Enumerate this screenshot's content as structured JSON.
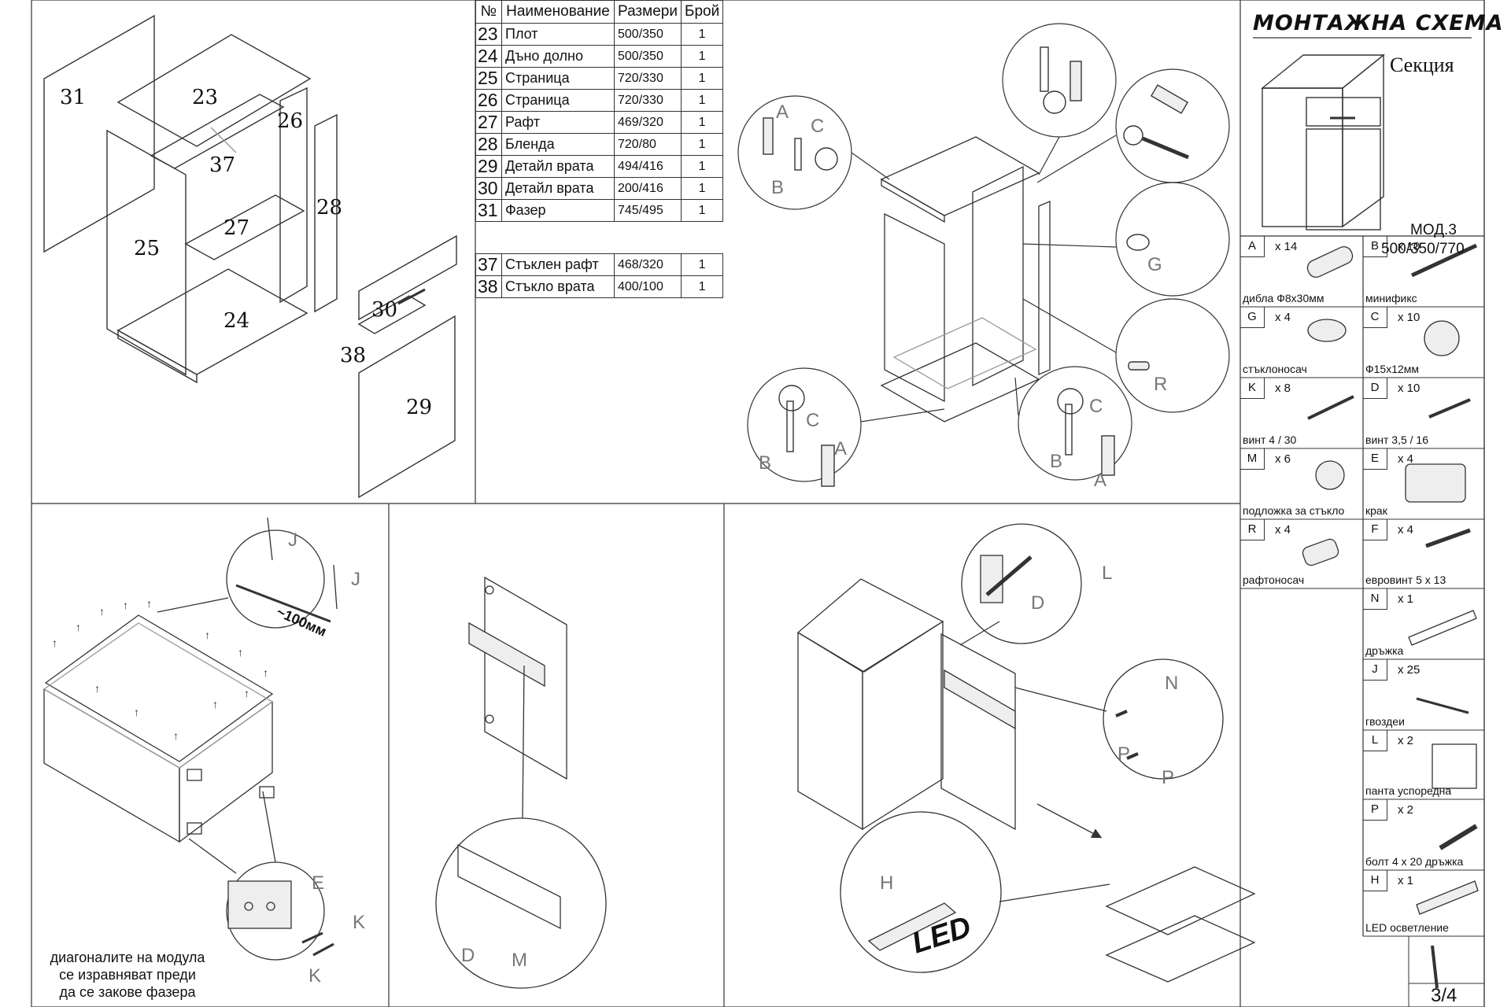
{
  "header": {
    "title": "МОНТАЖНА СХЕМА",
    "subtitle": "Секция",
    "model": "МОД.3",
    "dimensions": "500/350/770"
  },
  "parts_table": {
    "columns": [
      "№",
      "Наименование",
      "Размери",
      "Брой"
    ],
    "rows": [
      {
        "no": "23",
        "name": "Плот",
        "size": "500/350",
        "qty": "1"
      },
      {
        "no": "24",
        "name": "Дъно долно",
        "size": "500/350",
        "qty": "1"
      },
      {
        "no": "25",
        "name": "Страница",
        "size": "720/330",
        "qty": "1"
      },
      {
        "no": "26",
        "name": "Страница",
        "size": "720/330",
        "qty": "1"
      },
      {
        "no": "27",
        "name": "Рафт",
        "size": "469/320",
        "qty": "1"
      },
      {
        "no": "28",
        "name": "Бленда",
        "size": "720/80",
        "qty": "1"
      },
      {
        "no": "29",
        "name": "Детайл врата",
        "size": "494/416",
        "qty": "1"
      },
      {
        "no": "30",
        "name": "Детайл врата",
        "size": "200/416",
        "qty": "1"
      },
      {
        "no": "31",
        "name": "Фазер",
        "size": "745/495",
        "qty": "1"
      }
    ],
    "extra_rows": [
      {
        "no": "37",
        "name": "Стъклен рафт",
        "size": "468/320",
        "qty": "1"
      },
      {
        "no": "38",
        "name": "Стъкло врата",
        "size": "400/100",
        "qty": "1"
      }
    ]
  },
  "hardware": [
    {
      "letter": "A",
      "qty": "x 14",
      "label": "дибла Ф8х30мм",
      "icon": "dowel-icon"
    },
    {
      "letter": "B",
      "qty": "x 10",
      "label": "минификс",
      "icon": "minifix-bolt-icon"
    },
    {
      "letter": "G",
      "qty": "x 4",
      "label": "стъклоносач",
      "icon": "glass-holder-icon"
    },
    {
      "letter": "C",
      "qty": "x 10",
      "label": "Ф15х12мм",
      "icon": "cam-lock-icon"
    },
    {
      "letter": "K",
      "qty": "x 8",
      "label": "винт 4 / 30",
      "icon": "screw-icon"
    },
    {
      "letter": "D",
      "qty": "x 10",
      "label": "винт 3,5 / 16",
      "icon": "screw-icon"
    },
    {
      "letter": "M",
      "qty": "x 6",
      "label": "подложка за стъкло",
      "icon": "glass-pad-icon"
    },
    {
      "letter": "E",
      "qty": "x 4",
      "label": "крак",
      "icon": "foot-block-icon"
    },
    {
      "letter": "R",
      "qty": "x 4",
      "label": "рафтоносач",
      "icon": "shelf-support-icon"
    },
    {
      "letter": "F",
      "qty": "x 4",
      "label": "евровинт 5 x 13",
      "icon": "euro-screw-icon"
    },
    {
      "letter": "N",
      "qty": "x 1",
      "label": "дръжка",
      "icon": "handle-icon"
    },
    {
      "letter": "J",
      "qty": "x 25",
      "label": "гвоздеи",
      "icon": "nail-icon"
    },
    {
      "letter": "L",
      "qty": "x 2",
      "label": "панта успоредна",
      "icon": "hinge-icon"
    },
    {
      "letter": "P",
      "qty": "x 2",
      "label": "болт 4 x 20 дръжка",
      "icon": "bolt-icon"
    },
    {
      "letter": "H",
      "qty": "x 1",
      "label": "LED осветление",
      "icon": "led-light-icon"
    }
  ],
  "exploded_labels": [
    "31",
    "23",
    "26",
    "37",
    "27",
    "28",
    "25",
    "24",
    "30",
    "38",
    "29"
  ],
  "callout_letters": {
    "top_left_circle": [
      "A",
      "C",
      "B"
    ],
    "top_right_circle": [
      "G"
    ],
    "mid_right_circle": [
      "R"
    ],
    "bottom_left_circle": [
      "C",
      "B",
      "A"
    ],
    "bottom_right_circle": [
      "C",
      "B",
      "A"
    ],
    "nail_circle": [
      "J",
      "J"
    ],
    "foot_circle": [
      "E",
      "K",
      "K"
    ],
    "door_circle": [
      "D",
      "M"
    ],
    "hinge_circle": [
      "L",
      "D"
    ],
    "handle_circle": [
      "N",
      "P",
      "P"
    ],
    "led_circle": [
      "H"
    ]
  },
  "nail_spacing": "~100мм",
  "led_text": "LED",
  "note": [
    "диагоналите на модула",
    "се изравняват преди",
    "да се закове фазера"
  ],
  "page": "3/4"
}
